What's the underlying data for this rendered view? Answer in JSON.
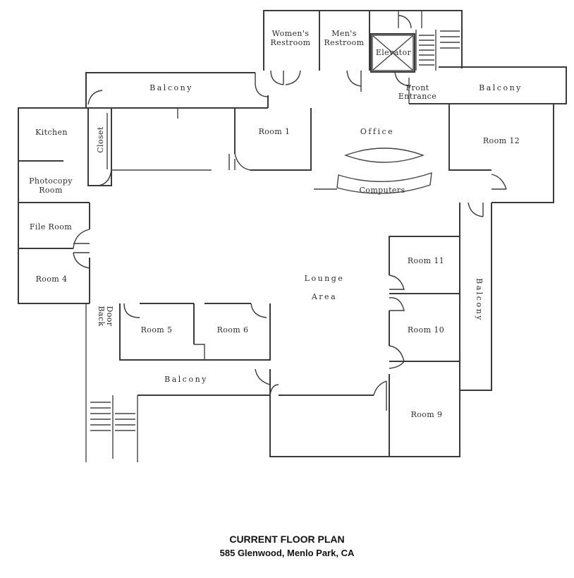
{
  "rooms": {
    "womens_restroom_l1": "Women's",
    "womens_restroom_l2": "Restroom",
    "mens_restroom_l1": "Men's",
    "mens_restroom_l2": "Restroom",
    "elevator": "Elevator",
    "balcony": "Balcony",
    "front_entrance_l1": "Front",
    "front_entrance_l2": "Entrance",
    "kitchen": "Kitchen",
    "closet": "Closet",
    "room1": "Room 1",
    "office": "Office",
    "room12": "Room 12",
    "computers": "Computers",
    "photocopy_l1": "Photocopy",
    "photocopy_l2": "Room",
    "file_room": "File Room",
    "room4": "Room 4",
    "lounge_l1": "Lounge",
    "lounge_l2": "Area",
    "room11": "Room 11",
    "room10": "Room 10",
    "room9": "Room 9",
    "room5": "Room 5",
    "room6": "Room 6",
    "back_door_l1": "Back",
    "back_door_l2": "Door"
  },
  "caption": {
    "title": "CURRENT FLOOR PLAN",
    "address": "585 Glenwood, Menlo Park, CA"
  }
}
